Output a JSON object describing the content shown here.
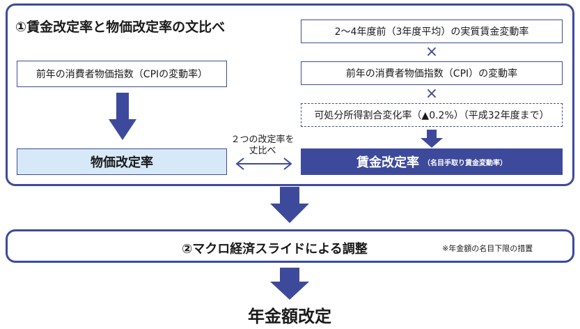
{
  "section1": {
    "title": "①賃金改定率と物価改定率の文比べ",
    "left_source": "前年の消費者物価指数（CPIの変動率）",
    "left_result": "物価改定率",
    "right_box1": "2〜4年度前（3年度平均）の実質賃金変動率",
    "times1": "×",
    "right_box2": "前年の消費者物価指数（CPI）の変動率",
    "times2": "×",
    "right_box3": "可処分所得割合変化率（▲0.2%）（平成32年度まで）",
    "right_result": "賃金改定率",
    "right_result_note": "（名目手取り賃金変動率）",
    "compare_line1": "２つの改定率を",
    "compare_line2": "丈比べ"
  },
  "section2": {
    "title": "②マクロ経済スライドによる調整",
    "note": "※年金額の名目下限の措置"
  },
  "final": "年金額改定",
  "colors": {
    "accent": "#3d4a9c",
    "light_fill": "#d7e9f8"
  }
}
